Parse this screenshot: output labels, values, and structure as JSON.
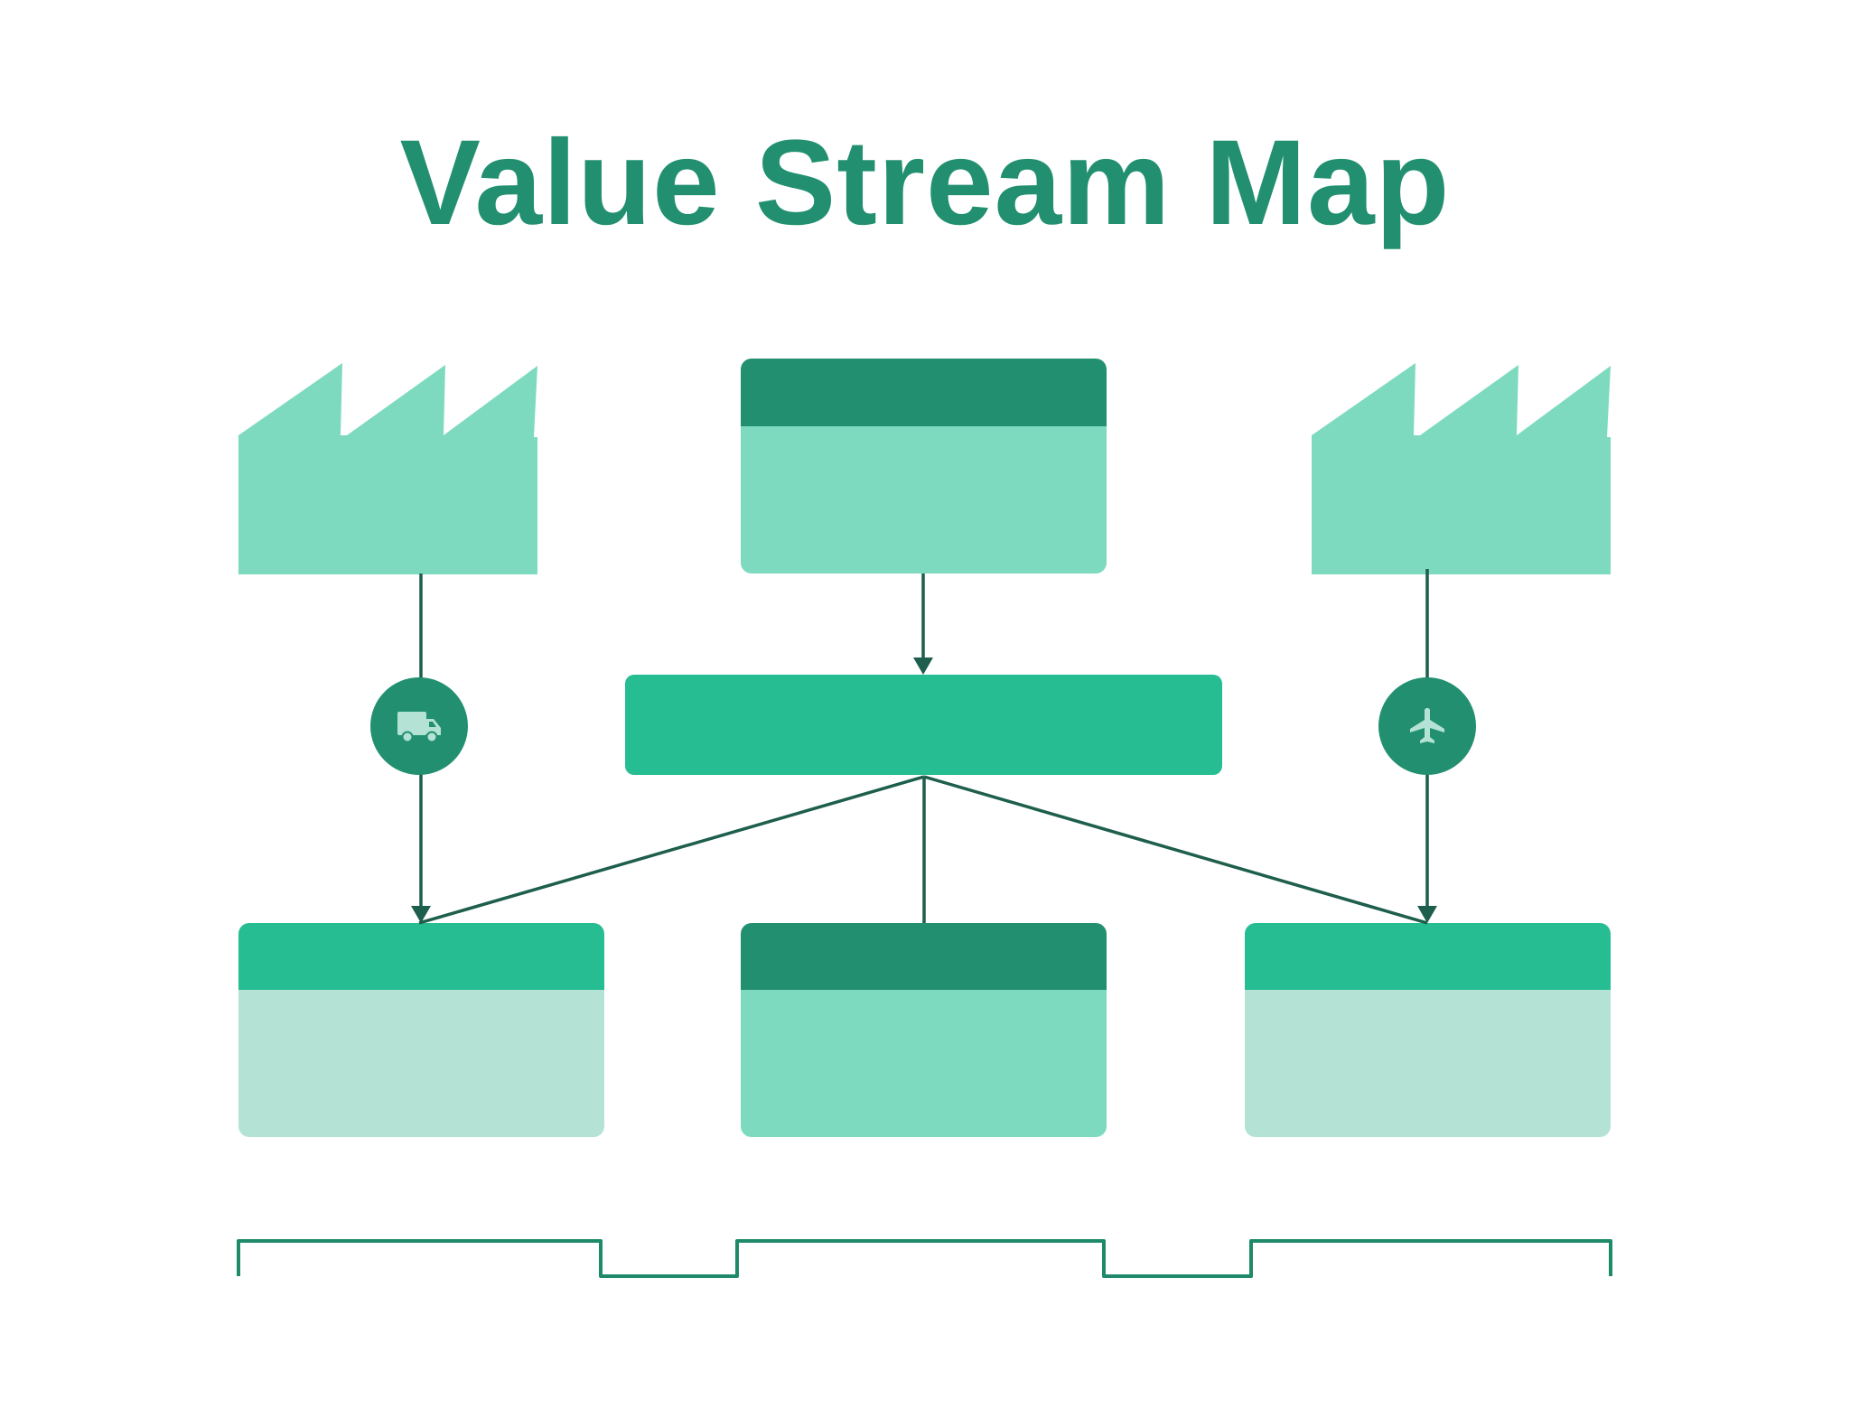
{
  "title": "Value Stream Map",
  "colors": {
    "dark": "#229070",
    "medium": "#27BD93",
    "light": "#7DDABF",
    "pale": "#B4E3D5",
    "connector": "#1E5E4C",
    "timeline": "#1F8A6A",
    "icon": "#B4E3D5"
  },
  "nodes": {
    "supplier_factory": {
      "shape": "factory",
      "icon": "factory-icon"
    },
    "customer_factory": {
      "shape": "factory",
      "icon": "factory-icon"
    },
    "production_control": {
      "shape": "process-box",
      "header": "dark",
      "body": "light"
    },
    "scheduling_bar": {
      "shape": "bar",
      "fill": "medium"
    },
    "process_1": {
      "shape": "process-box",
      "header": "medium",
      "body": "pale"
    },
    "process_2": {
      "shape": "process-box",
      "header": "dark",
      "body": "light"
    },
    "process_3": {
      "shape": "process-box",
      "header": "medium",
      "body": "pale"
    },
    "truck_shipment": {
      "icon": "truck-icon"
    },
    "air_shipment": {
      "icon": "airplane-icon"
    }
  },
  "timeline": {
    "segments": [
      "high",
      "low",
      "high",
      "low",
      "high"
    ]
  }
}
